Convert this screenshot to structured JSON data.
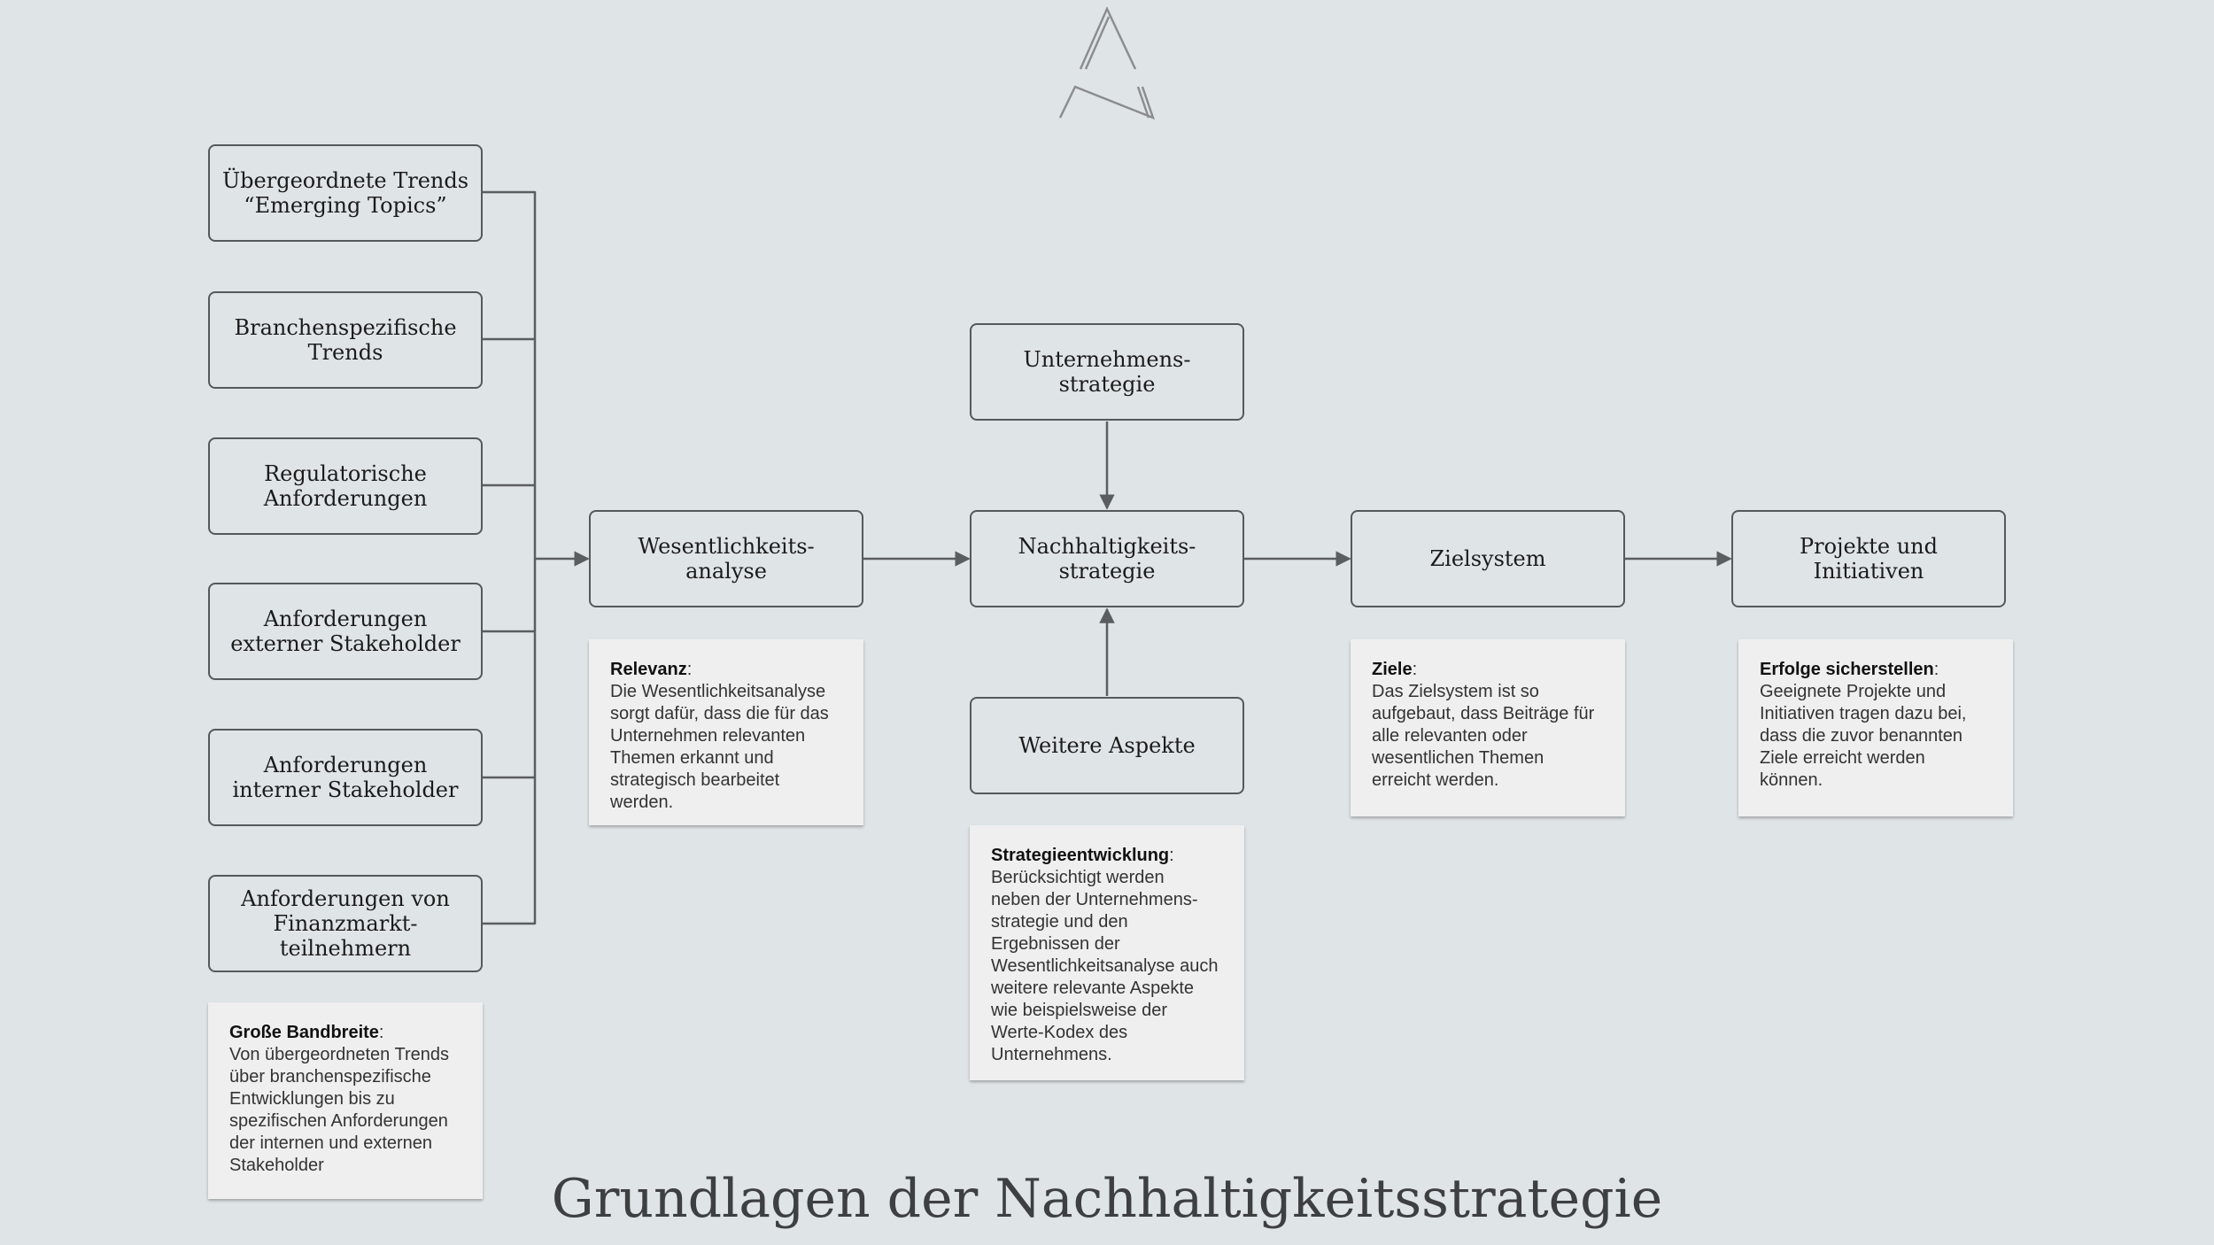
{
  "title": "Grundlagen der Nachhaltigkeitsstrategie",
  "colors": {
    "background": "#dfe4e6",
    "box_border": "#55595c",
    "connector": "#5b5e61",
    "note_bg": "#efefef"
  },
  "inputs": [
    "Übergeordnete Trends\n“Emerging Topics”",
    "Branchenspezifische\nTrends",
    "Regulatorische\nAnforderungen",
    "Anforderungen\nexterner Stakeholder",
    "Anforderungen\ninterner Stakeholder",
    "Anforderungen von\nFinanzmarkt-\nteilnehmern"
  ],
  "boxes": {
    "wesentlichkeit": "Wesentlichkeits-\nanalyse",
    "unternehmensstrategie": "Unternehmens-\nstrategie",
    "nachhaltigkeitsstrategie": "Nachhaltigkeits-\nstrategie",
    "weitere_aspekte": "Weitere Aspekte",
    "zielsystem": "Zielsystem",
    "projekte": "Projekte und\nInitiativen"
  },
  "notes": {
    "bandbreite": {
      "title": "Große Bandbreite",
      "body": "Von übergeordneten Trends\nüber branchenspezifische\nEntwicklungen bis zu\nspezifischen Anforderungen\nder internen und externen\nStakeholder"
    },
    "relevanz": {
      "title": "Relevanz",
      "body": "Die Wesentlichkeitsanalyse\nsorgt dafür, dass die für das\nUnternehmen relevanten\nThemen erkannt und\nstrategisch bearbeitet\nwerden."
    },
    "strategieentwicklung": {
      "title": "Strategieentwicklung",
      "body": "Berücksichtigt werden\nneben der Unternehmens-\nstrategie und den\nErgebnissen der\nWesentlichkeitsanalyse auch\nweitere relevante Aspekte\nwie beispielsweise der\nWerte-Kodex des\nUnternehmens."
    },
    "ziele": {
      "title": "Ziele",
      "body": "Das Zielsystem ist so\naufgebaut, dass Beiträge für\nalle relevanten oder\nwesentlichen Themen\nerreicht werden."
    },
    "erfolge": {
      "title": "Erfolge sicherstellen",
      "body": "Geeignete Projekte und\nInitiativen tragen dazu bei,\ndass die zuvor benannten\nZiele erreicht werden\nkönnen."
    }
  },
  "colon": ":"
}
